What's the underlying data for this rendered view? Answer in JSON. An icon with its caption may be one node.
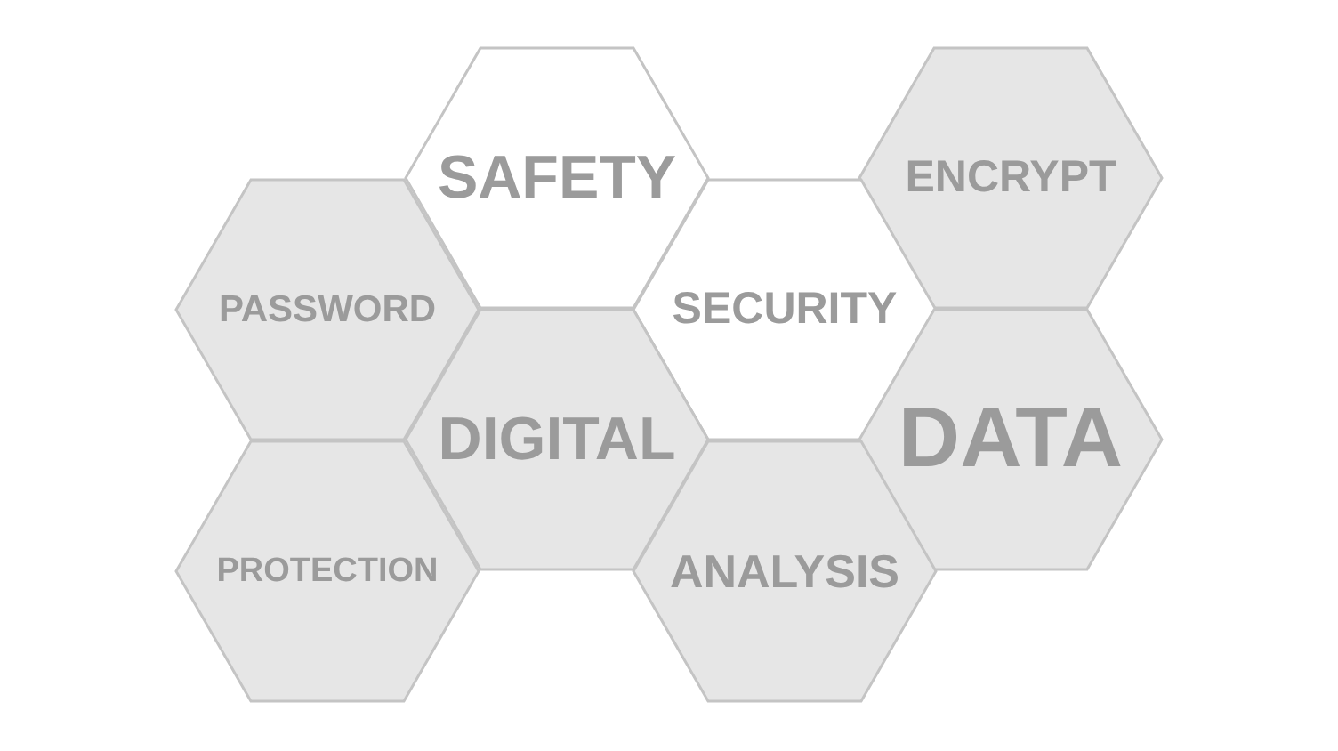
{
  "diagram": {
    "nodes": [
      {
        "text": [
          "SAFETY"
        ]
      },
      {
        "text": [
          "ENCRYPT"
        ]
      },
      {
        "text": [
          "PASSWORD"
        ]
      },
      {
        "text": [
          "SECURITY"
        ]
      },
      {
        "text": [
          "DIGITAL"
        ]
      },
      {
        "text": [
          "DATA"
        ]
      },
      {
        "text": [
          "PROTECTION"
        ]
      },
      {
        "text": [
          "ANALYSIS"
        ]
      }
    ]
  }
}
